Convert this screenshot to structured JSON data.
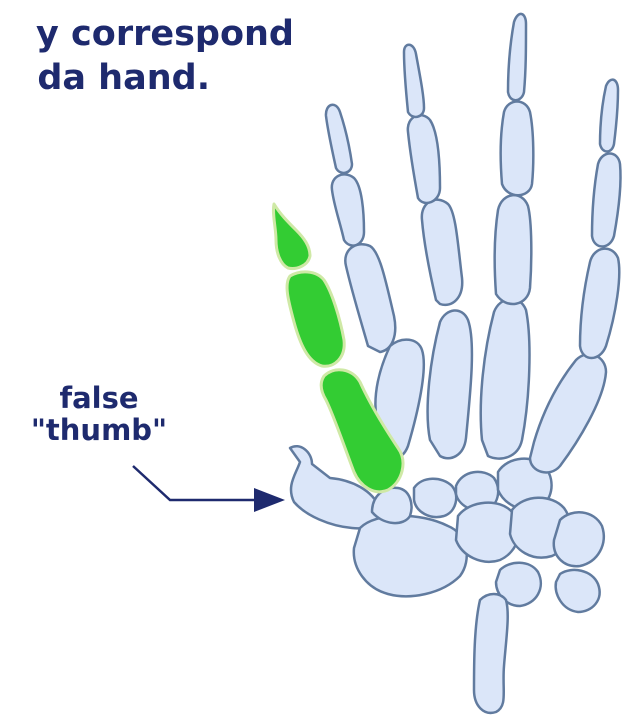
{
  "heading": {
    "line1": "y correspond",
    "line2": "da hand."
  },
  "callout": {
    "line1": "false",
    "line2": "\"thumb\""
  },
  "colors": {
    "text": "#1e2a6e",
    "bone_fill": "#dbe6f9",
    "bone_outline": "#617b9f",
    "highlight_green": "#33cc33"
  }
}
